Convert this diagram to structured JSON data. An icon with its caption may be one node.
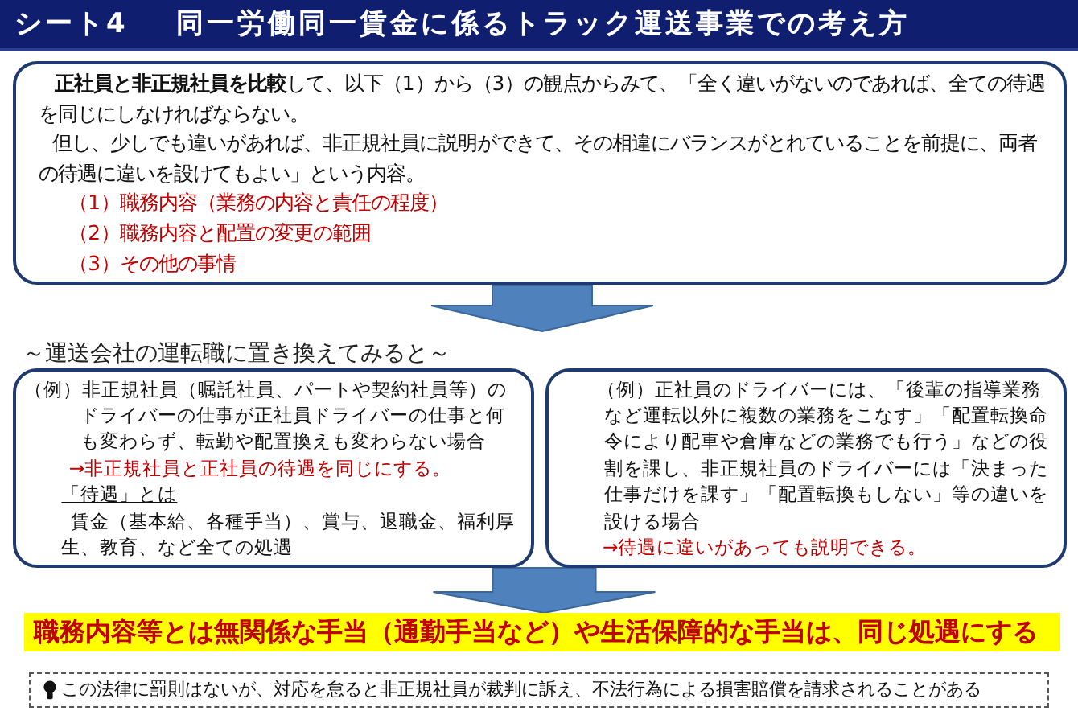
{
  "diagram": {
    "title": "シート4 同一労働同一賃金に係るトラック運送事業での考え方",
    "nodes": [
      {
        "text": [
          "**正社員と非正規社員を比較**して、以下（1）から（3）の観点からみて、「全く違いがないのであれば、全ての待遇を同じにしなければならない。",
          "但し、少しでも違いがあれば、非正規社員に説明ができて、その相違にバランスがとれていることを前提に、両者の待遇に違いを設けてもよい」という内容。",
          "（1）職務内容（業務の内容と責任の程度）",
          "（2）職務内容と配置の変更の範囲",
          "（3）その他の事情"
        ]
      },
      {
        "text": [
          "（例）非正規社員（嘱託社員、パートや契約社員等）のドライバーの仕事が正社員ドライバーの仕事と何も変わらず、転勤や配置換えも変わらない場合",
          "→非正規社員と正社員の待遇を同じにする。",
          "「待遇」とは",
          "賃金（基本給、各種手当）、賞与、退職金、福利厚生、教育、など全ての処遇"
        ]
      },
      {
        "text": [
          "（例）正社員のドライバーには、「後輩の指導業務など運転以外に複数の業務をこなす」「配置転換命令により配車や倉庫などの業務でも行う」などの役割を課し、非正規社員のドライバーには「決まった仕事だけを課す」「配置転換もしない」等の違いを設ける場合",
          "→待遇に違いがあっても説明できる。"
        ]
      },
      {
        "text": [
          "職務内容等とは無関係な手当（通勤手当など）や生活保障的な手当は、同じ処遇にする"
        ]
      },
      {
        "text": [
          "この法律に罰則はないが、対応を怠ると非正規社員が裁判に訴え、不法行為による損害賠償を請求されることがある"
        ]
      }
    ],
    "edges": [
      {
        "from": 0,
        "to": null,
        "arrow": "to"
      },
      {
        "from": 1,
        "to": 3,
        "arrow": "to"
      },
      {
        "from": 2,
        "to": 3,
        "arrow": "to"
      }
    ],
    "labels": [
      "～運送会社の運転職に置き換えてみると～"
    ]
  }
}
